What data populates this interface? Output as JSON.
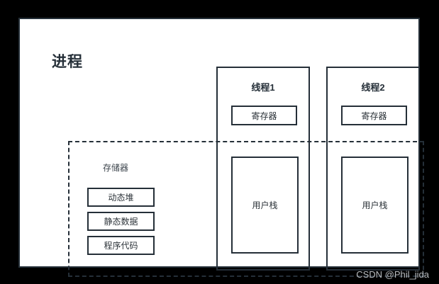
{
  "diagram": {
    "process": {
      "title": "进程"
    },
    "shared_region": {
      "memory_label": "存储器",
      "memory_items": [
        {
          "label": "动态堆"
        },
        {
          "label": "静态数据"
        },
        {
          "label": "程序代码"
        }
      ]
    },
    "threads": [
      {
        "title": "线程1",
        "register_label": "寄存器",
        "stack_label": "用户栈"
      },
      {
        "title": "线程2",
        "register_label": "寄存器",
        "stack_label": "用户栈"
      }
    ],
    "watermark": "CSDN @Phil_jida",
    "colors": {
      "stroke": "#252f38",
      "card_background": "#ffffff",
      "page_background": "#000000",
      "text": "#2b3238",
      "watermark_text": "#b9bcbf"
    }
  }
}
